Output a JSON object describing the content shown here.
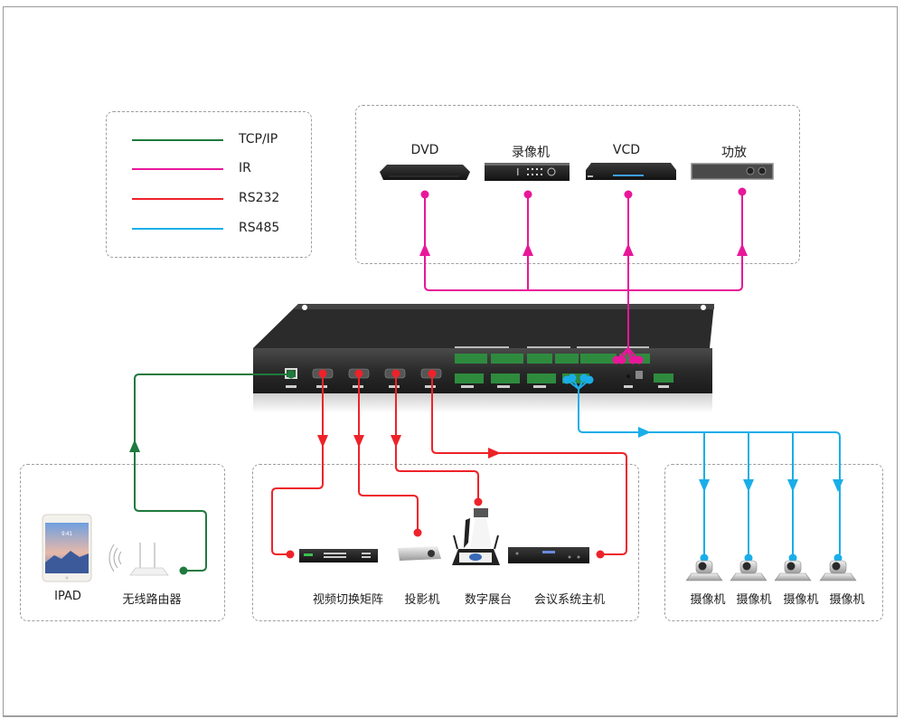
{
  "legend": {
    "items": [
      {
        "label": "TCP/IP",
        "color": "#1f7a3e"
      },
      {
        "label": "IR",
        "color": "#e8179a"
      },
      {
        "label": "RS232",
        "color": "#ee2229"
      },
      {
        "label": "RS485",
        "color": "#1aaee8"
      }
    ]
  },
  "ir_devices": {
    "items": [
      {
        "label": "DVD",
        "icon": "dvd-player-icon"
      },
      {
        "label": "录像机",
        "icon": "video-recorder-icon"
      },
      {
        "label": "VCD",
        "icon": "vcd-player-icon"
      },
      {
        "label": "功放",
        "icon": "amplifier-icon"
      }
    ]
  },
  "network_devices": {
    "items": [
      {
        "label": "IPAD",
        "icon": "tablet-icon"
      },
      {
        "label": "无线路由器",
        "icon": "wireless-router-icon"
      }
    ]
  },
  "rs232_devices": {
    "items": [
      {
        "label": "视频切换矩阵",
        "icon": "video-matrix-icon"
      },
      {
        "label": "投影机",
        "icon": "projector-icon"
      },
      {
        "label": "数字展台",
        "icon": "document-camera-icon"
      },
      {
        "label": "会议系统主机",
        "icon": "conference-host-icon"
      }
    ]
  },
  "rs485_devices": {
    "items": [
      {
        "label": "摄像机",
        "icon": "ptz-camera-icon"
      },
      {
        "label": "摄像机",
        "icon": "ptz-camera-icon"
      },
      {
        "label": "摄像机",
        "icon": "ptz-camera-icon"
      },
      {
        "label": "摄像机",
        "icon": "ptz-camera-icon"
      }
    ]
  },
  "controller": {
    "icon": "central-controller-icon"
  },
  "ipad_screen_time": "9:41"
}
